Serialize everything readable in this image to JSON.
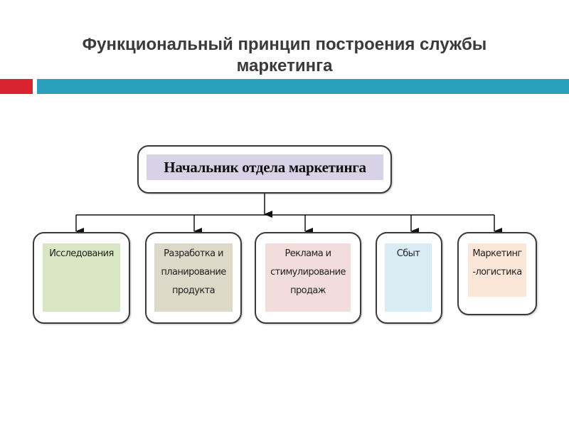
{
  "slide": {
    "title_line1": "Функциональный принцип построения службы",
    "title_line2": "маркетинга",
    "accent_colors": {
      "red": "#d9242f",
      "blue": "#2aa0bd"
    }
  },
  "diagram": {
    "root": {
      "label": "Начальник отдела маркетинга",
      "fill": "#d7d2e6"
    },
    "children": [
      {
        "lines": [
          "Исследования"
        ],
        "fill": "#d8e6c4"
      },
      {
        "lines": [
          "Разработка и",
          "планирование",
          "продукта"
        ],
        "fill": "#dcd9c8"
      },
      {
        "lines": [
          "Реклама и",
          "стимулирование",
          "продаж"
        ],
        "fill": "#f2dcdc"
      },
      {
        "lines": [
          "Сбыт"
        ],
        "fill": "#d9ecf4"
      },
      {
        "lines": [
          "Маркетинг",
          "-логистика"
        ],
        "fill": "#fbe6d8"
      }
    ]
  }
}
